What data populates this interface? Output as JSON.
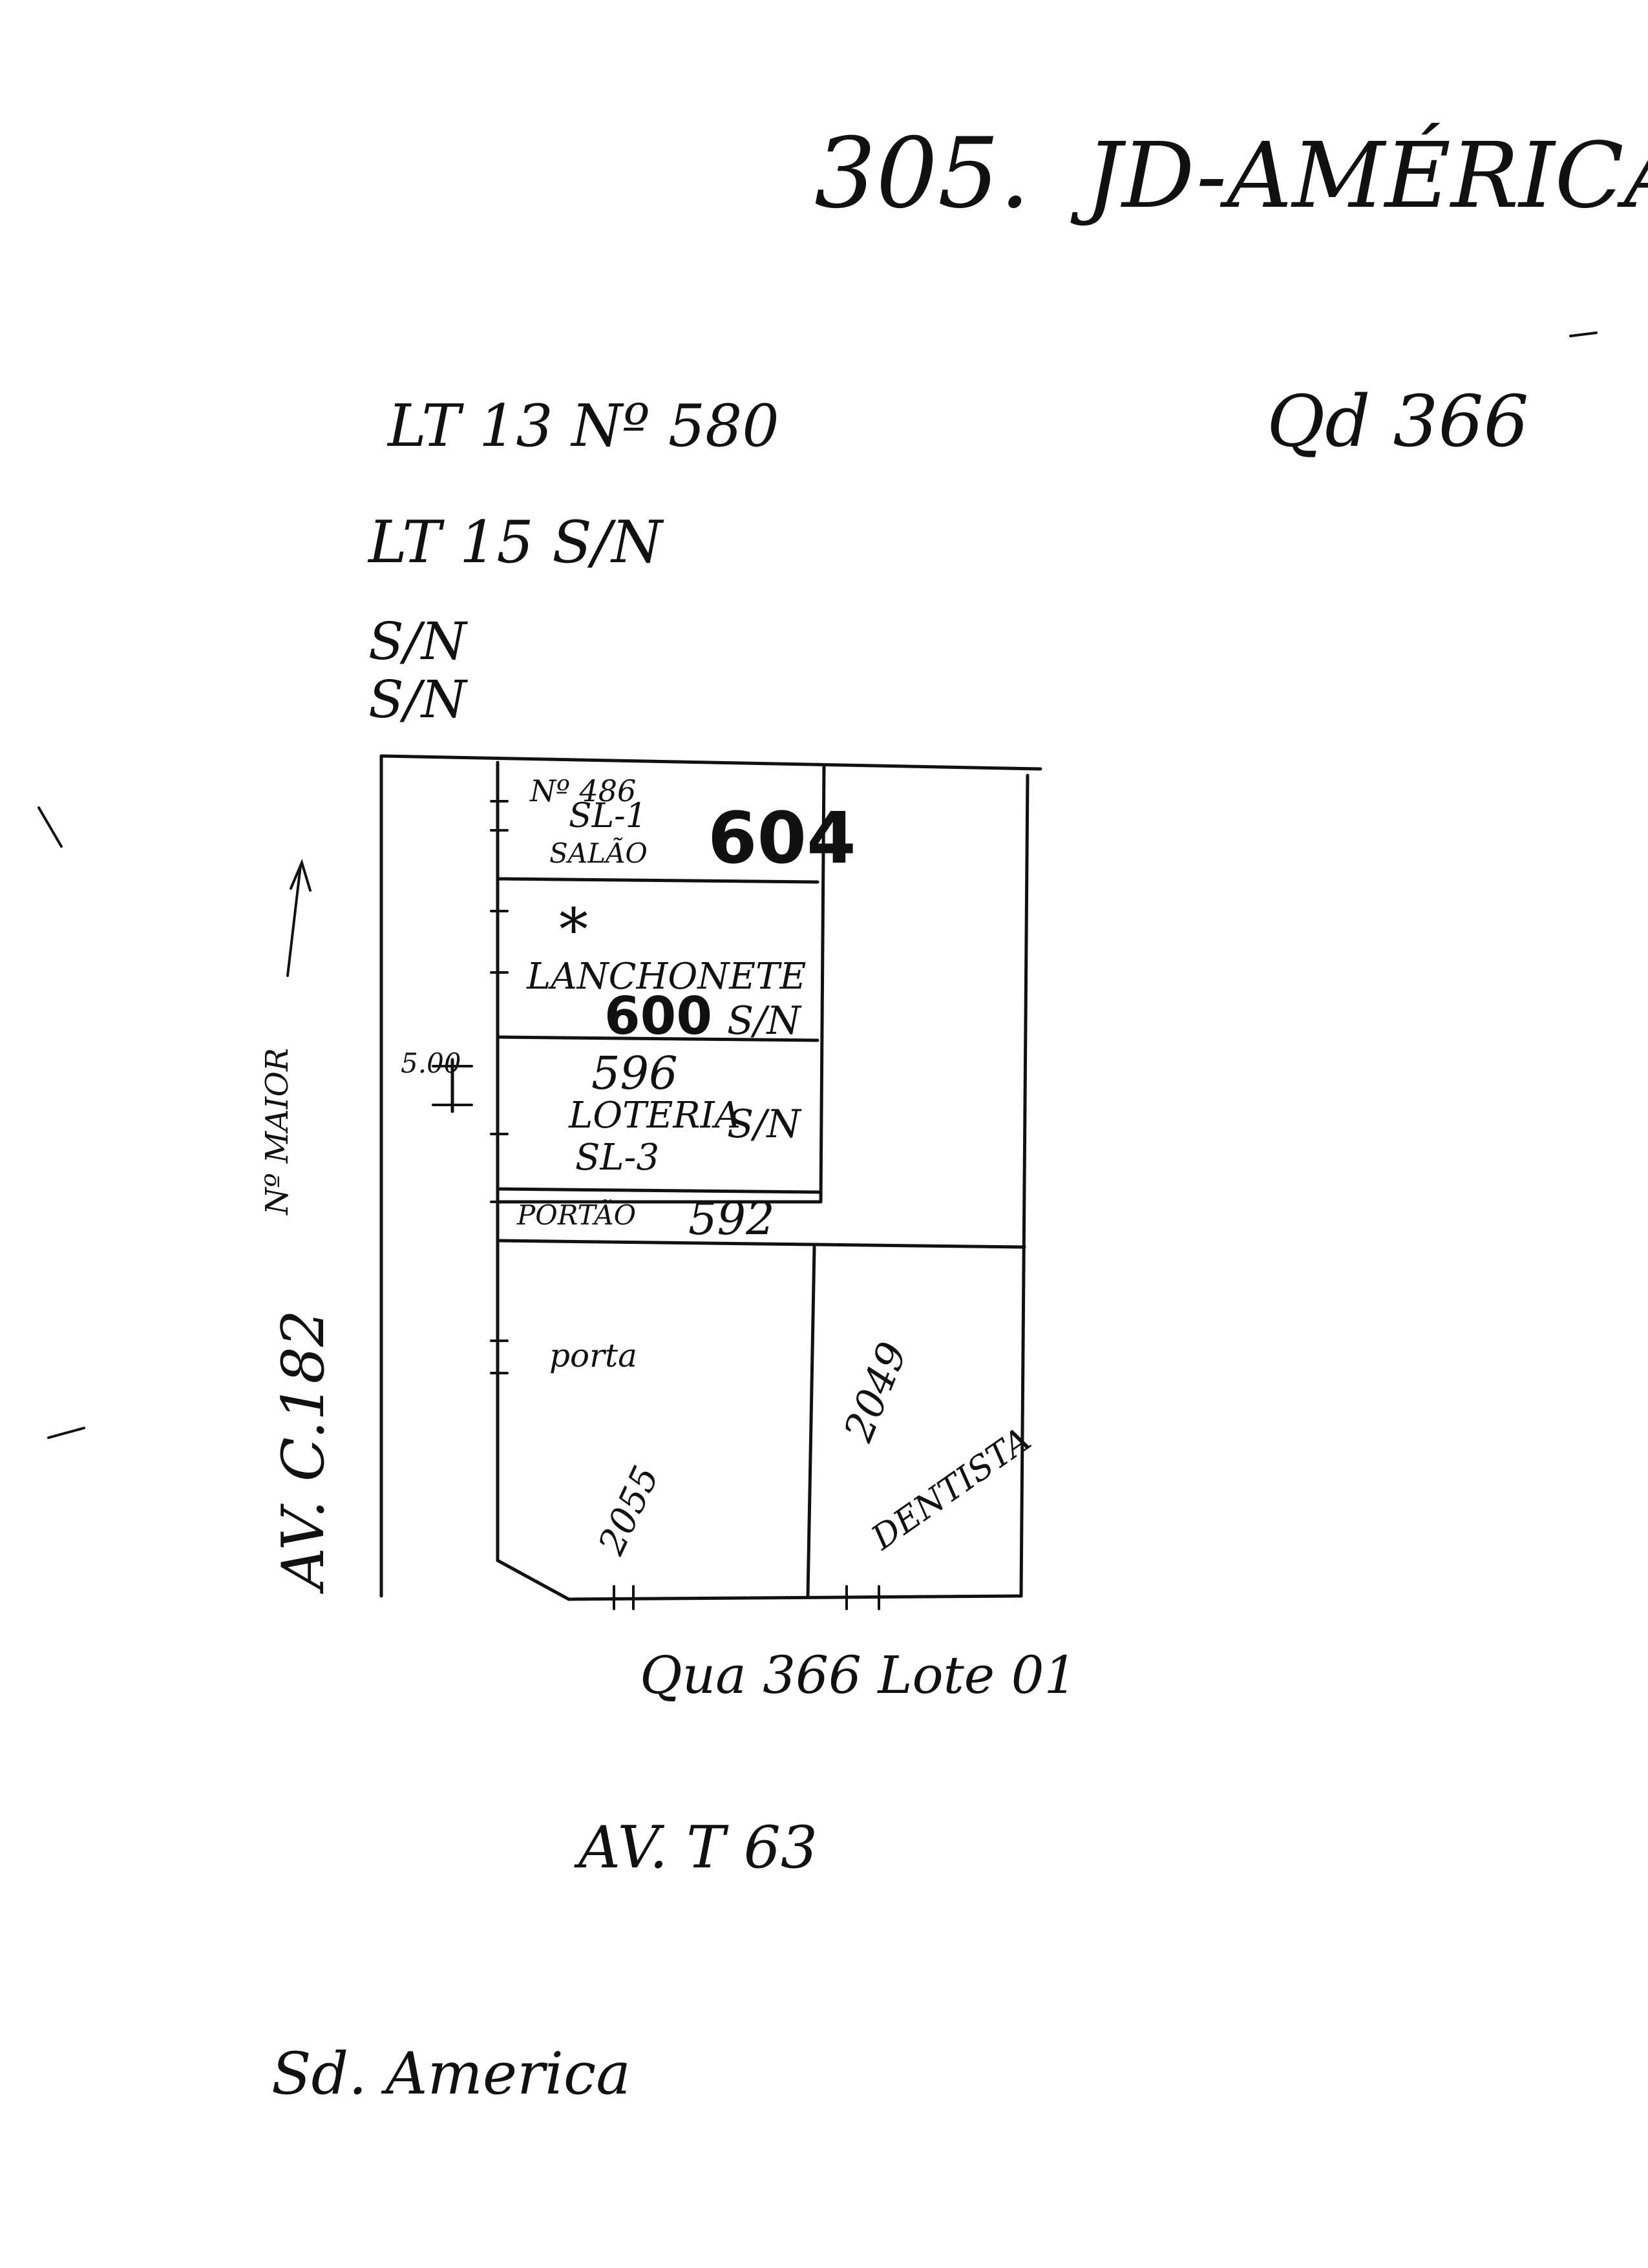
{
  "header": {
    "number": "305.",
    "neighborhood": "JD-AMÉRICA",
    "quadra": "Qd 366"
  },
  "notes": {
    "lt13": "LT 13 Nº 580",
    "lt15": "LT 15 S/N",
    "sn_a": "S/N",
    "sn_b": "S/N"
  },
  "streets": {
    "left_avenue": "AV. C.182",
    "left_direction": "Nº MAIOR",
    "bottom_block": "Qua 366 Lote 01",
    "bottom_avenue": "AV. T 63",
    "footer": "Sd. America"
  },
  "plot": {
    "measure": "5.00",
    "units": [
      {
        "number": "Nº 486",
        "label": "SL-1",
        "sub": "SALÃO",
        "extra": "604"
      },
      {
        "number": "600",
        "label": "LANCHONETE",
        "sub": "S/N",
        "extra": "*"
      },
      {
        "number": "596",
        "label": "LOTERIA",
        "sub": "SL-3",
        "extra": "S/N"
      },
      {
        "number": "592",
        "label": "PORTÃO",
        "sub": "",
        "extra": ""
      },
      {
        "number": "2055",
        "label": "porta",
        "sub": "",
        "extra": ""
      },
      {
        "number": "2049",
        "label": "DENTISTA",
        "sub": "",
        "extra": ""
      }
    ]
  }
}
